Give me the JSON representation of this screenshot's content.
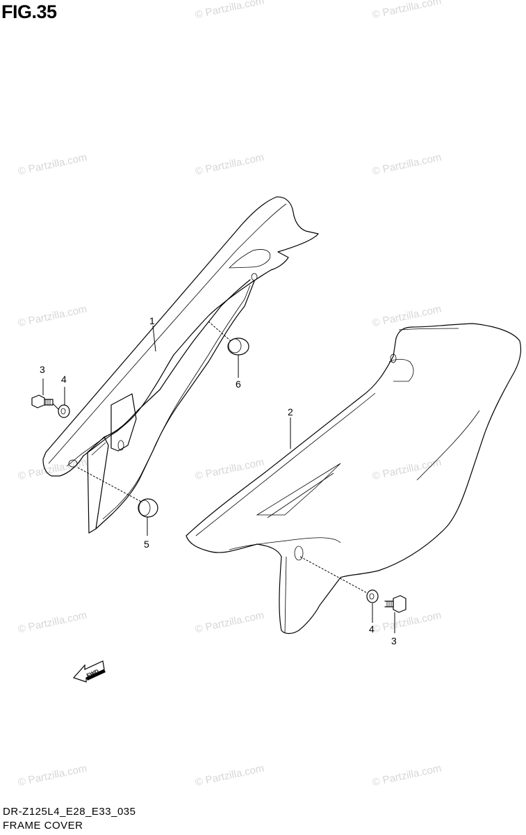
{
  "figure": {
    "title": "FIG.35",
    "code": "DR-Z125L4_E28_E33_035",
    "name": "FRAME COVER"
  },
  "watermark": "© Partzilla.com",
  "fwd_label": "FWD",
  "callouts": {
    "c1": "1",
    "c2": "2",
    "c3a": "3",
    "c3b": "3",
    "c4a": "4",
    "c4b": "4",
    "c5": "5",
    "c6": "6"
  }
}
